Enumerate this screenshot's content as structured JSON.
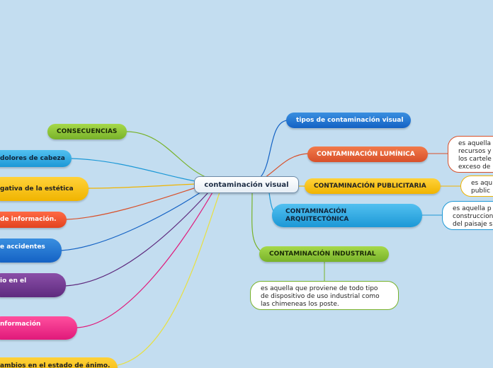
{
  "center": {
    "label": "contaminación  visual"
  },
  "right_branches": [
    {
      "label": "tipos de contaminación visual"
    },
    {
      "label": "CONTAMINACIÓN LUMÍNICA",
      "desc_lines": [
        "es aquella",
        "recursos y",
        "los cartele",
        "exceso de"
      ]
    },
    {
      "label": "CONTAMINACIÓN PUBLICITARIA",
      "desc_lines": [
        "es aqu",
        "public"
      ]
    },
    {
      "label_lines": [
        "CONTAMINACIÓN",
        "ARQUITECTÓNICA"
      ],
      "desc_lines": [
        "es aquella p",
        "construccion",
        "del paisaje s"
      ]
    },
    {
      "label": "CONTAMINACIÓN INDUSTRIAL",
      "desc_lines": [
        "es aquella que proviene de todo tipo",
        "de dispositivo de uso industrial como",
        "las chimeneas los poste."
      ]
    }
  ],
  "left_branches": [
    {
      "label": "CONSECUENCIAS"
    },
    {
      "label": "dolores de cabeza"
    },
    {
      "label": "gativa de la estética"
    },
    {
      "label": "de información."
    },
    {
      "label": "e accidentes"
    },
    {
      "label_lines": [
        "io en el",
        ""
      ]
    },
    {
      "label": "nformación"
    },
    {
      "label": "ambios en el estado de ánimo."
    }
  ],
  "colors": {
    "background": "#c3ddf0",
    "blue": "#1462c4",
    "cyan": "#1c98d6",
    "orange": "#d8502a",
    "yellow": "#f0b400",
    "green": "#78b22a",
    "purple": "#5e2a7e",
    "pink": "#e0197a",
    "light_yellow": "#e8e040"
  }
}
